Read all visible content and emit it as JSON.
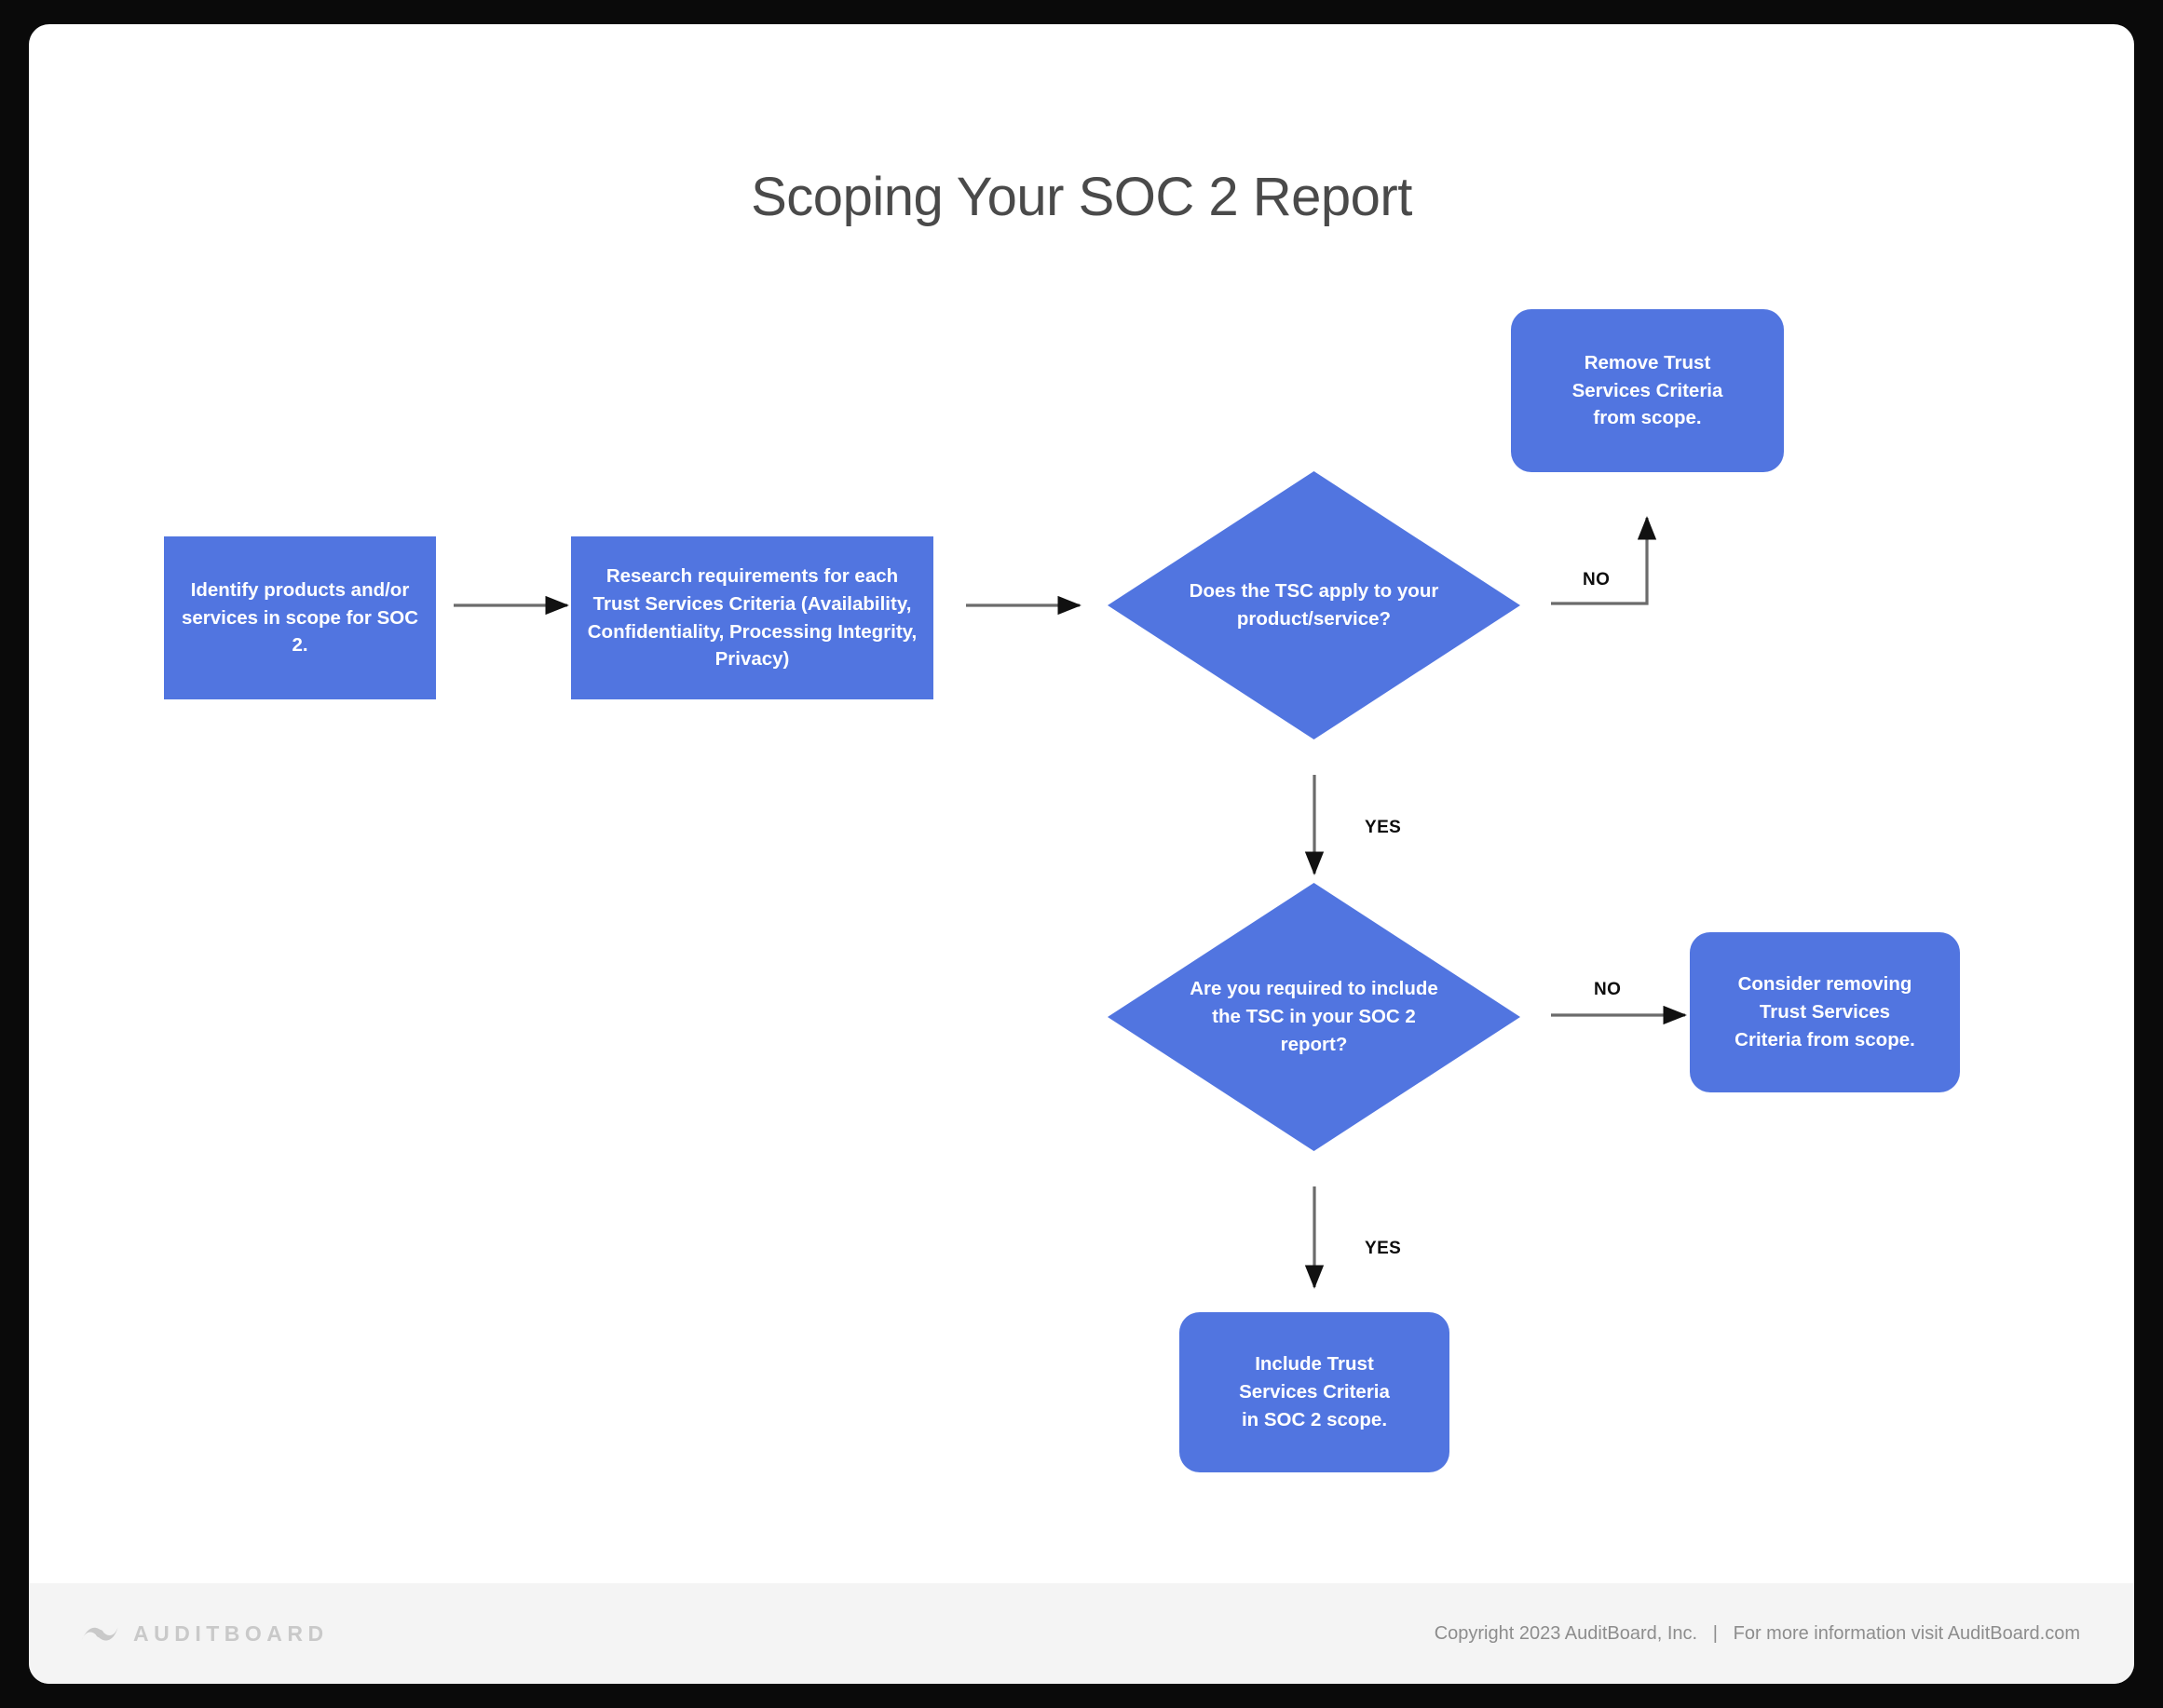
{
  "page": {
    "title": "Scoping Your SOC 2 Report",
    "accent_color": "#5175E0",
    "title_color": "#4A4A4A",
    "card_background": "#FFFFFF",
    "frame_color": "#000000"
  },
  "flowchart": {
    "nodes": [
      {
        "id": "identify-products",
        "shape": "rectangle",
        "text": "Identify products and/or services in scope for SOC 2."
      },
      {
        "id": "research-requirements",
        "shape": "rectangle",
        "text": "Research requirements for each Trust Services Criteria (Availability, Confidentiality, Processing Integrity, Privacy)"
      },
      {
        "id": "tsc-apply-decision",
        "shape": "diamond",
        "text": "Does the TSC apply to your product/service?"
      },
      {
        "id": "remove-tsc",
        "shape": "rounded-rectangle",
        "text": "Remove Trust Services Criteria from scope."
      },
      {
        "id": "tsc-required-decision",
        "shape": "diamond",
        "text": "Are you required to include the TSC in your SOC 2 report?"
      },
      {
        "id": "consider-removing-tsc",
        "shape": "rounded-rectangle",
        "text": "Consider removing Trust Services Criteria from scope."
      },
      {
        "id": "include-tsc",
        "shape": "rounded-rectangle",
        "text": "Include Trust Services Criteria in SOC 2 scope."
      }
    ],
    "edge_labels": {
      "decision1_no": "NO",
      "decision1_yes": "YES",
      "decision2_no": "NO",
      "decision2_yes": "YES"
    },
    "edges": [
      {
        "from": "identify-products",
        "to": "research-requirements",
        "label": ""
      },
      {
        "from": "research-requirements",
        "to": "tsc-apply-decision",
        "label": ""
      },
      {
        "from": "tsc-apply-decision",
        "to": "remove-tsc",
        "label": "NO"
      },
      {
        "from": "tsc-apply-decision",
        "to": "tsc-required-decision",
        "label": "YES"
      },
      {
        "from": "tsc-required-decision",
        "to": "consider-removing-tsc",
        "label": "NO"
      },
      {
        "from": "tsc-required-decision",
        "to": "include-tsc",
        "label": "YES"
      }
    ]
  },
  "footer": {
    "logo_icon": "auditboard-logo-icon",
    "brand": "AUDITBOARD",
    "copyright": "Copyright 2023 AuditBoard, Inc.   |   For more information visit AuditBoard.com"
  }
}
